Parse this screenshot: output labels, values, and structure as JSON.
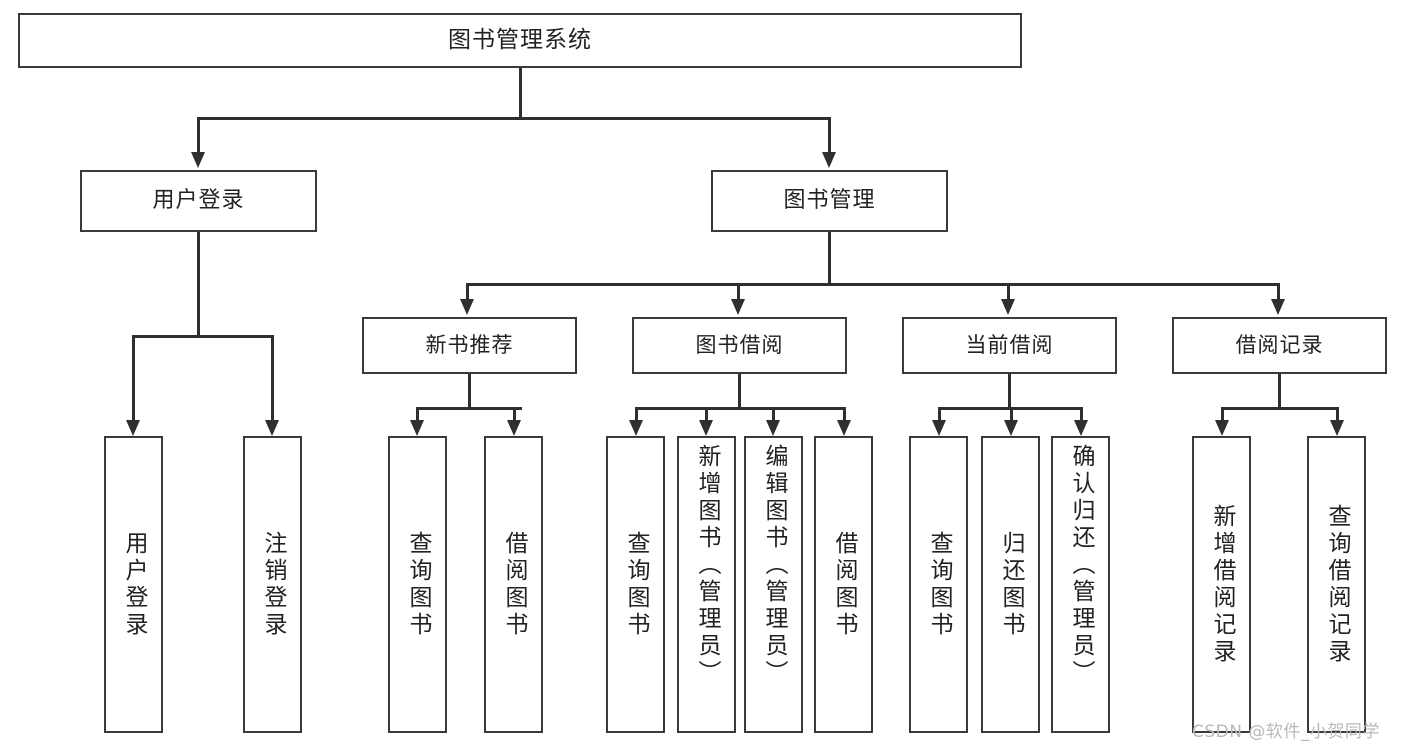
{
  "diagram": {
    "type": "hierarchy-tree",
    "title": "图书管理系统",
    "watermark": "CSDN @软件_小贺同学",
    "root": {
      "label": "图书管理系统"
    },
    "level2": [
      {
        "label": "用户登录"
      },
      {
        "label": "图书管理"
      }
    ],
    "level3": [
      {
        "label": "新书推荐"
      },
      {
        "label": "图书借阅"
      },
      {
        "label": "当前借阅"
      },
      {
        "label": "借阅记录"
      }
    ],
    "leaves": {
      "user_login": [
        {
          "label": "用户登录"
        },
        {
          "label": "注销登录"
        }
      ],
      "new_book_recommend": [
        {
          "label": "查询图书"
        },
        {
          "label": "借阅图书"
        }
      ],
      "book_borrow": [
        {
          "label": "查询图书"
        },
        {
          "label": "新增图书（管理员）"
        },
        {
          "label": "编辑图书（管理员）"
        },
        {
          "label": "借阅图书"
        }
      ],
      "current_borrow": [
        {
          "label": "查询图书"
        },
        {
          "label": "归还图书"
        },
        {
          "label": "确认归还（管理员）"
        }
      ],
      "borrow_record": [
        {
          "label": "新增借阅记录"
        },
        {
          "label": "查询借阅记录"
        }
      ]
    },
    "colors": {
      "box_border": "#3a3a3a",
      "connector": "#2f2f2f",
      "background": "#ffffff",
      "text": "#222222",
      "watermark": "#b9b9b9"
    }
  }
}
